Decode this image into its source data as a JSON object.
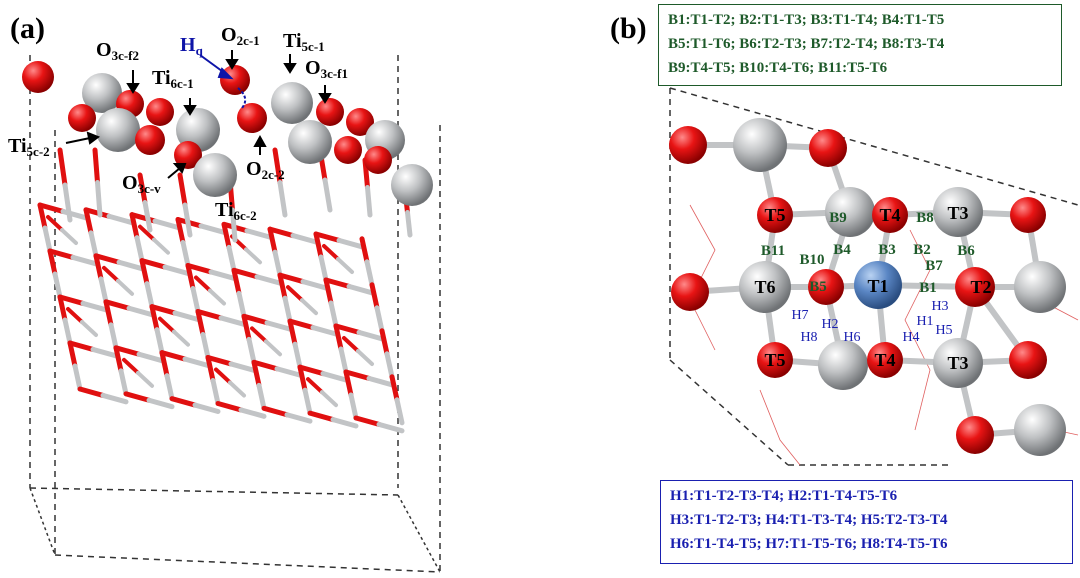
{
  "panel_a": {
    "label": "(a)",
    "labels": {
      "O3c_f2": {
        "base": "O",
        "sub": "3c-f2"
      },
      "Hq": {
        "base": "H",
        "sub": "q"
      },
      "O2c_1": {
        "base": "O",
        "sub": "2c-1"
      },
      "Ti5c_1": {
        "base": "Ti",
        "sub": "5c-1"
      },
      "O3c_f1": {
        "base": "O",
        "sub": "3c-f1"
      },
      "Ti6c_1": {
        "base": "Ti",
        "sub": "6c-1"
      },
      "Ti5c_2": {
        "base": "Ti",
        "sub": "5c-2"
      },
      "O2c_2": {
        "base": "O",
        "sub": "2c-2"
      },
      "O3c_v": {
        "base": "O",
        "sub": "3c-v"
      },
      "Ti6c_2": {
        "base": "Ti",
        "sub": "6c-2"
      }
    }
  },
  "panel_b": {
    "label": "(b)",
    "bridge_legend": [
      "B1:T1-T2;  B2:T1-T3;  B3:T1-T4;  B4:T1-T5",
      "B5:T1-T6;  B6:T2-T3;  B7:T2-T4;  B8:T3-T4",
      "B9:T4-T5;  B10:T4-T6;  B11:T5-T6"
    ],
    "hollow_legend": [
      "H1:T1-T2-T3-T4;  H2:T1-T4-T5-T6",
      "H3:T1-T2-T3;  H4:T1-T3-T4;  H5:T2-T3-T4",
      "H6:T1-T4-T5;  H7:T1-T5-T6;  H8:T4-T5-T6"
    ],
    "top_sites": {
      "T1": "T1",
      "T2": "T2",
      "T3a": "T3",
      "T3b": "T3",
      "T4a": "T4",
      "T4b": "T4",
      "T5a": "T5",
      "T5b": "T5",
      "T6": "T6"
    },
    "bridge_sites": {
      "B1": "B1",
      "B2": "B2",
      "B3": "B3",
      "B4": "B4",
      "B5": "B5",
      "B6": "B6",
      "B7": "B7",
      "B8": "B8",
      "B9": "B9",
      "B10": "B10",
      "B11": "B11"
    },
    "hollow_sites": {
      "H1": "H1",
      "H2": "H2",
      "H3": "H3",
      "H4": "H4",
      "H5": "H5",
      "H6": "H6",
      "H7": "H7",
      "H8": "H8"
    }
  },
  "colors": {
    "oxygen": "#e01010",
    "titanium": "#b9bbbd",
    "hydrogen_site": "#4a78b8",
    "bridge_text": "#1e5a2a",
    "hollow_text": "#1a20b0",
    "bond_red": "#e01010",
    "bond_grey": "#c2c4c6"
  }
}
